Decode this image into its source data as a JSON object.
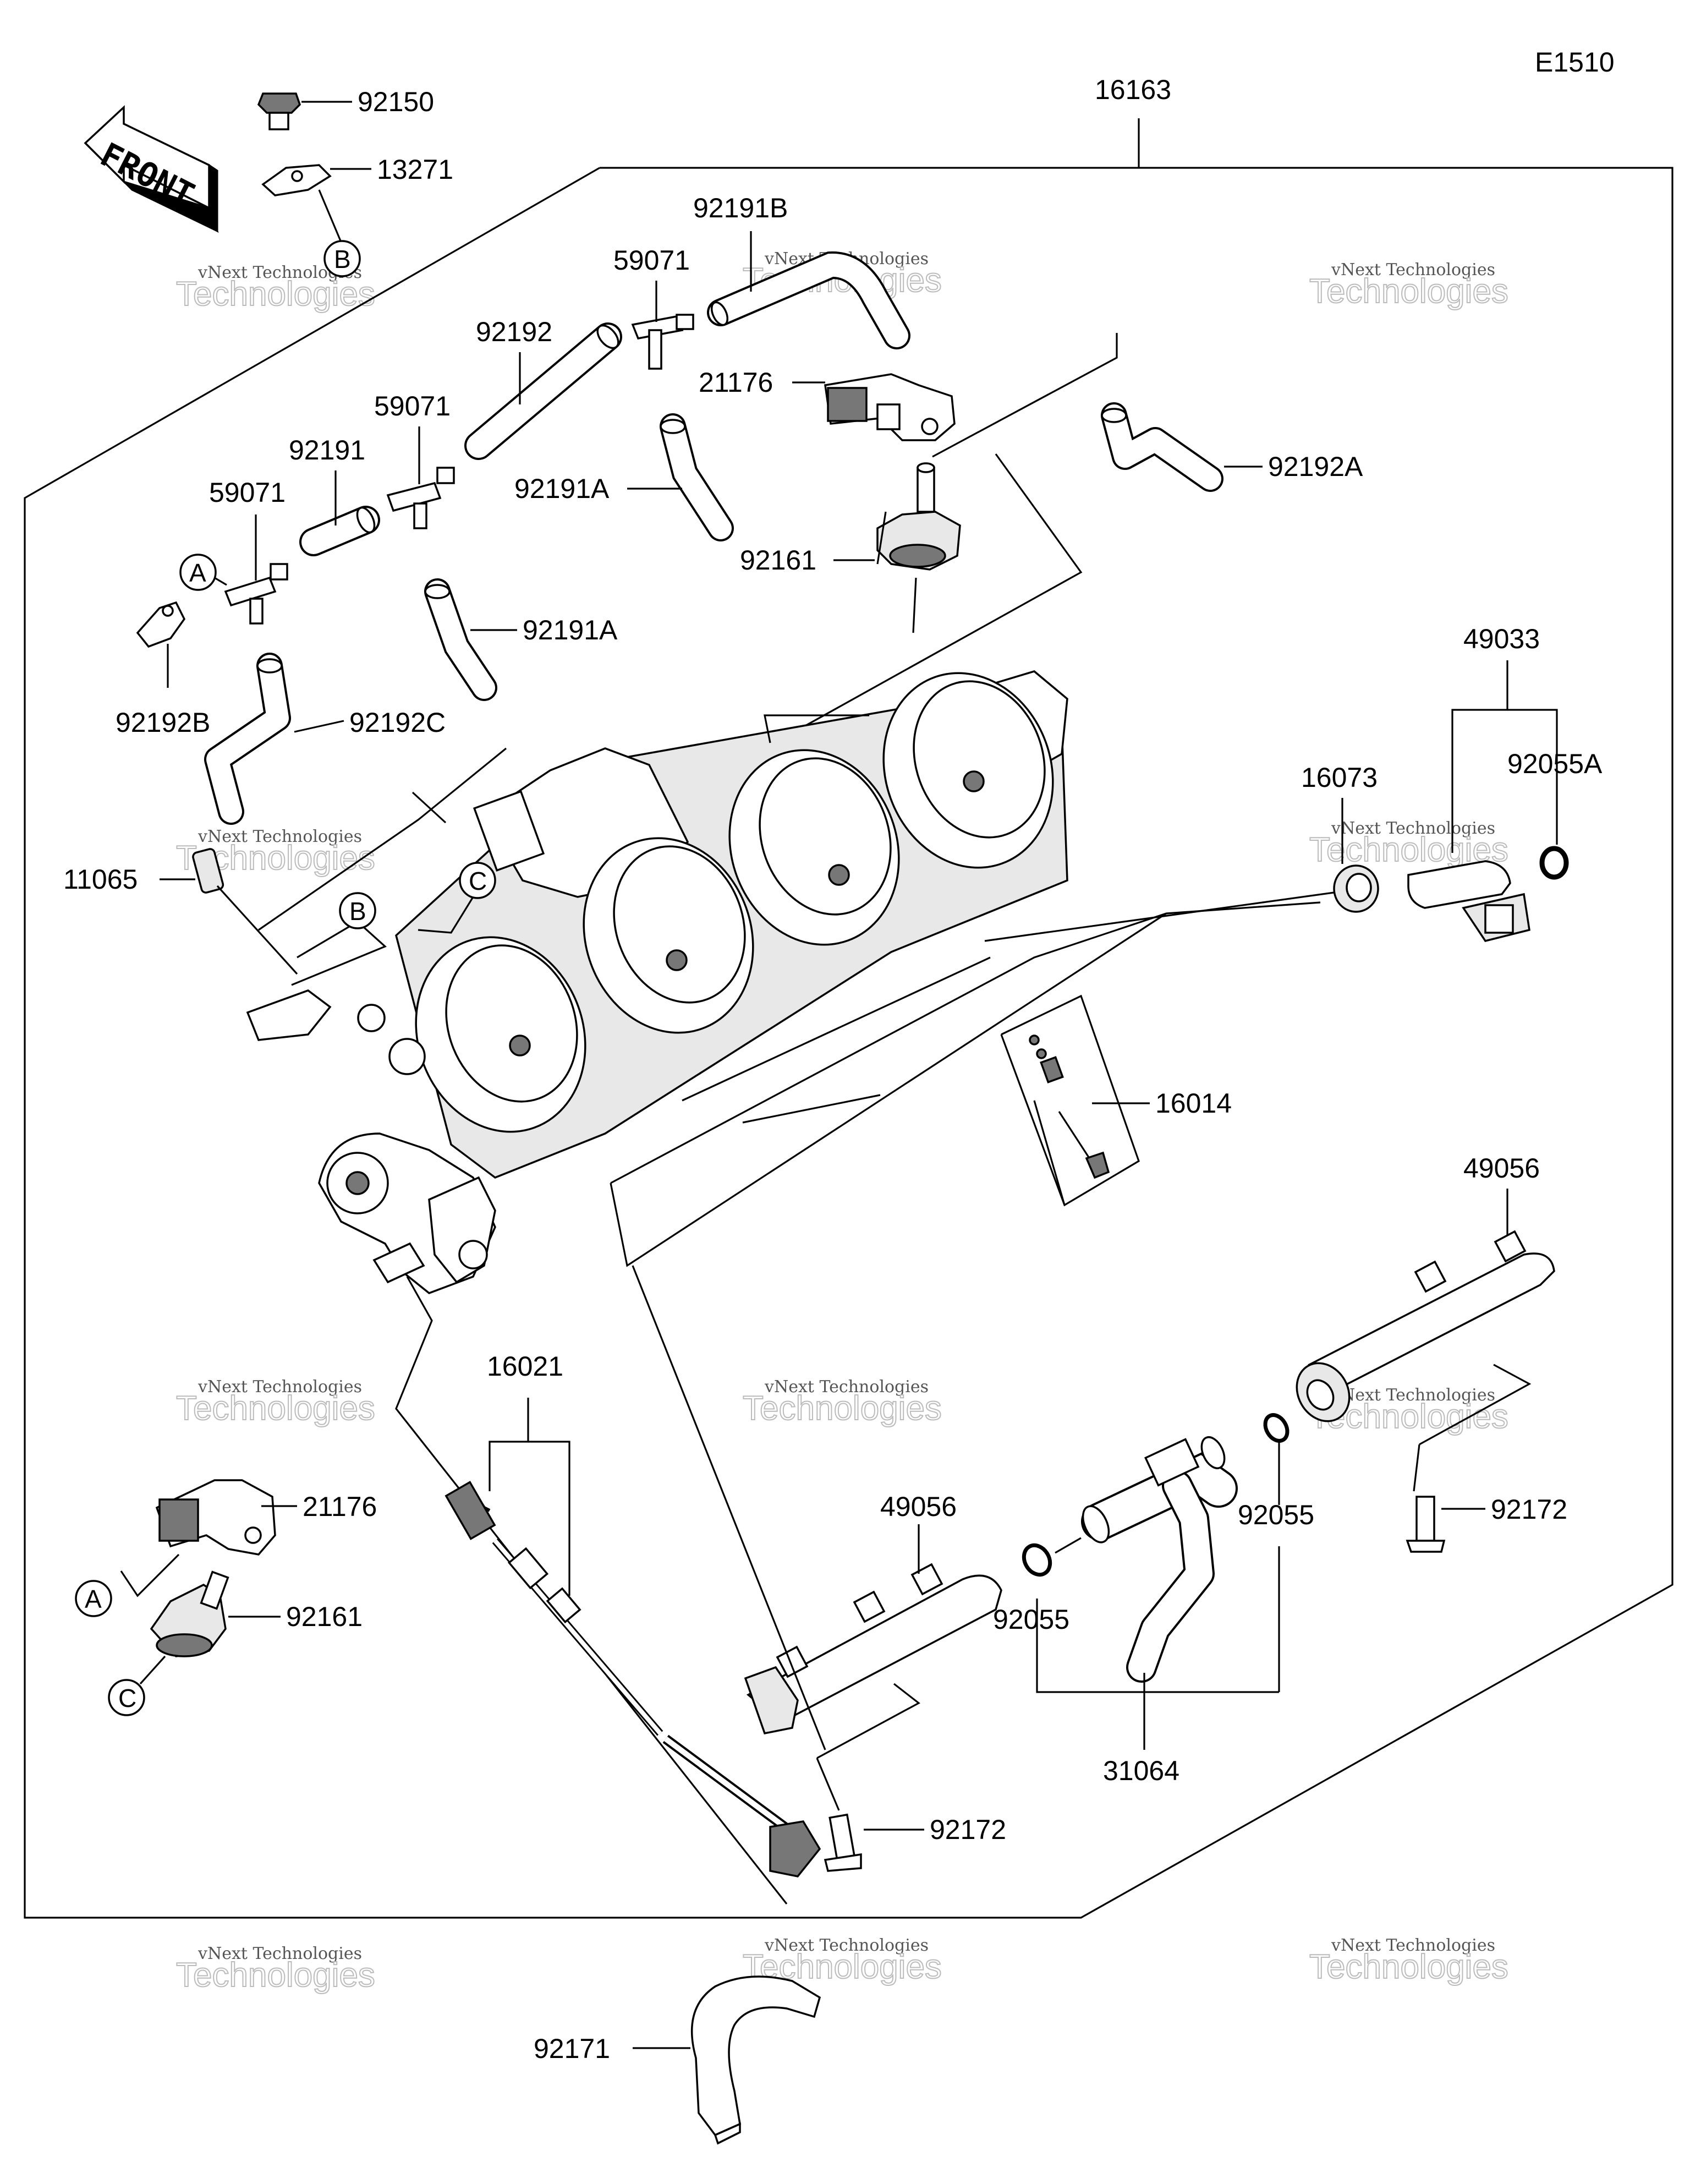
{
  "diagram_code": "E1510",
  "front_label": "FRONT",
  "watermark": {
    "line1": "vNext Technologies",
    "line2": "Technologies"
  },
  "callouts": {
    "a": "A",
    "b": "B",
    "c": "C"
  },
  "parts": {
    "p16163": "16163",
    "p92150": "92150",
    "p13271": "13271",
    "p92191B": "92191B",
    "p59071_top": "59071",
    "p21176_top": "21176",
    "p92192": "92192",
    "p59071_mid": "59071",
    "p92192A": "92192A",
    "p92191_short": "92191",
    "p92191A_upper": "92191A",
    "p59071_left": "59071",
    "p92161_top": "92161",
    "p92191A_lower": "92191A",
    "p49033": "49033",
    "p92192B": "92192B",
    "p92192C": "92192C",
    "p16073": "16073",
    "p92055A": "92055A",
    "p11065": "11065",
    "p16014": "16014",
    "p49056_right": "49056",
    "p16021": "16021",
    "p21176_bottom": "21176",
    "p49056_left": "49056",
    "p92055_right": "92055",
    "p92172_right": "92172",
    "p92161_bottom": "92161",
    "p92055_left": "92055",
    "p31064": "31064",
    "p92172_bottom": "92172",
    "p92171": "92171"
  }
}
